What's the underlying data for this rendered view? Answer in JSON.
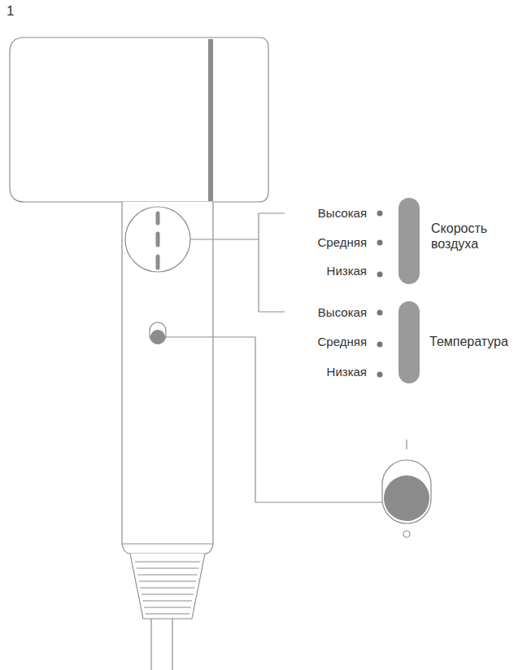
{
  "diagram": {
    "labels": [
      "1",
      "Высокая",
      "Средняя",
      "Низкая",
      "Скорость воздуха",
      "Высокая",
      "Средняя",
      "Низкая",
      "Температура"
    ]
  }
}
